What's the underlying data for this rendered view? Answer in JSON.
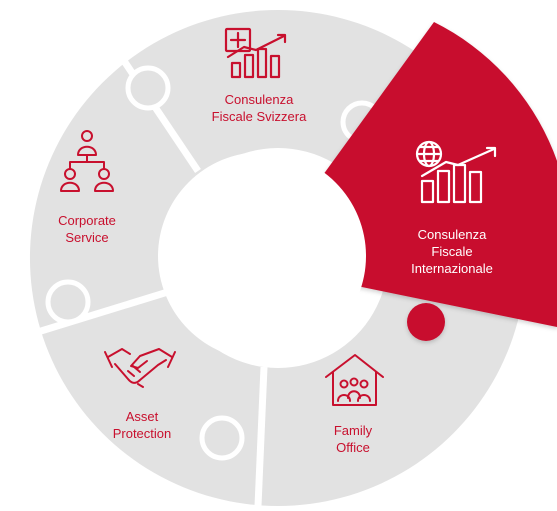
{
  "colors": {
    "accent": "#c8102e",
    "segment_gray": "#e2e2e2",
    "segment_gap": "#ffffff",
    "highlight_text": "#ffffff",
    "icon": "#c8102e"
  },
  "segments": [
    {
      "id": "consulenza-fiscale-svizzera",
      "lines": [
        "Consulenza",
        "Fiscale Svizzera"
      ],
      "icon": "swiss-cross-growth-chart-icon",
      "highlighted": false
    },
    {
      "id": "consulenza-fiscale-internazionale",
      "lines": [
        "Consulenza",
        "Fiscale",
        "Internazionale"
      ],
      "icon": "globe-growth-chart-icon",
      "highlighted": true
    },
    {
      "id": "family-office",
      "lines": [
        "Family",
        "Office"
      ],
      "icon": "house-family-icon",
      "highlighted": false
    },
    {
      "id": "asset-protection",
      "lines": [
        "Asset",
        "Protection"
      ],
      "icon": "handshake-icon",
      "highlighted": false
    },
    {
      "id": "corporate-service",
      "lines": [
        "Corporate",
        "Service"
      ],
      "icon": "org-chart-icon",
      "highlighted": false
    }
  ]
}
